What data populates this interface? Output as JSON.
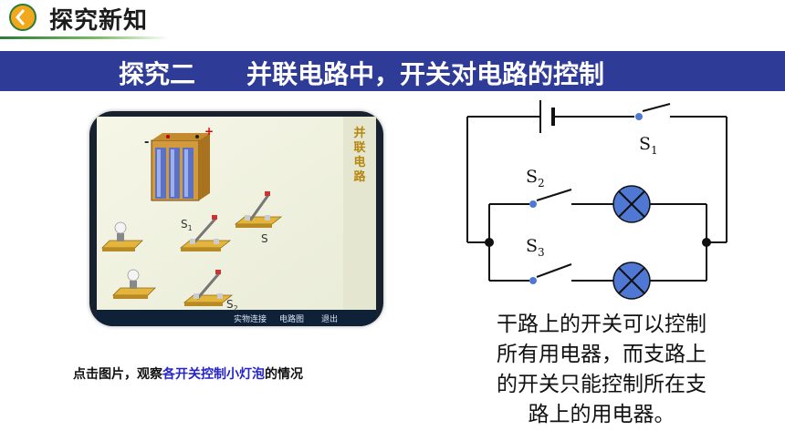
{
  "header": {
    "title": "探究新知"
  },
  "banner": {
    "left": "探究二",
    "right": "并联电路中，开关对电路的控制"
  },
  "simulation": {
    "vertical_label": [
      "并",
      "联",
      "电",
      "路"
    ],
    "battery_minus": "-",
    "battery_plus": "+",
    "switch_s1": "S",
    "switch_s1_sub": "1",
    "switch_s": "S",
    "switch_s2": "S",
    "switch_s2_sub": "2",
    "bottom_menu": [
      "实物连接",
      "电路图",
      "退出"
    ]
  },
  "caption": {
    "before": "点击图片，观察",
    "highlight": "各开关控制小灯泡",
    "after": "的情况"
  },
  "circuit": {
    "s1_label": "S",
    "s1_sub": "1",
    "s2_label": "S",
    "s2_sub": "2",
    "s3_label": "S",
    "s3_sub": "3",
    "lamp_color": "#4f78d4"
  },
  "description": {
    "lines": [
      "干路上的开关可以控制",
      "所有用电器，而支路上",
      "的开关只能控制所在支",
      "路上的用电器。"
    ]
  }
}
